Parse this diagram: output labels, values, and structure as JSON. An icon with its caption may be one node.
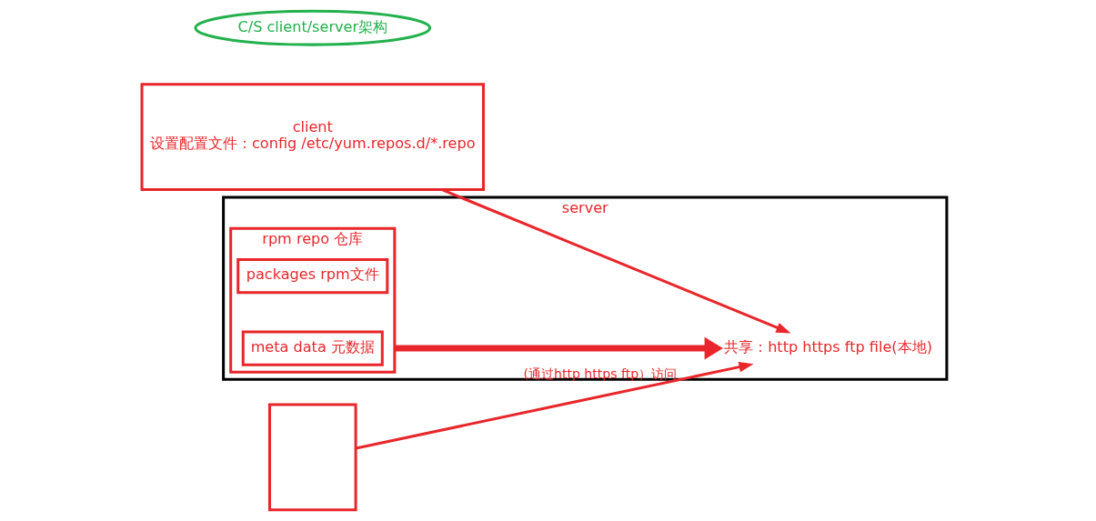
{
  "diagram": {
    "nodes": [
      {
        "text": [
          "client",
          "设置配置文件：config /etc/yum.repos.d/*.repo"
        ]
      },
      {
        "text": [],
        "shape": "box"
      },
      {
        "text": [
          "server"
        ]
      },
      {
        "text": [
          "共享：http https ftp file(本地)"
        ],
        "in": 2
      },
      {
        "text": [
          "rpm repo 仓库"
        ],
        "in": 2
      },
      {
        "text": [
          "packages rpm文件"
        ],
        "in": 4
      },
      {
        "text": [
          "meta data 元数据"
        ],
        "in": 4
      },
      {
        "text": [
          "C/S client/server架构"
        ]
      }
    ],
    "edges": [
      {
        "from": 0,
        "to": 3,
        "arrow": "to"
      },
      {
        "from": 1,
        "to": 3,
        "arrow": "to",
        "label": "(通过http https ftp）访问"
      },
      {
        "from": 4,
        "to": 3,
        "arrow": "to",
        "style": "thick"
      }
    ]
  }
}
